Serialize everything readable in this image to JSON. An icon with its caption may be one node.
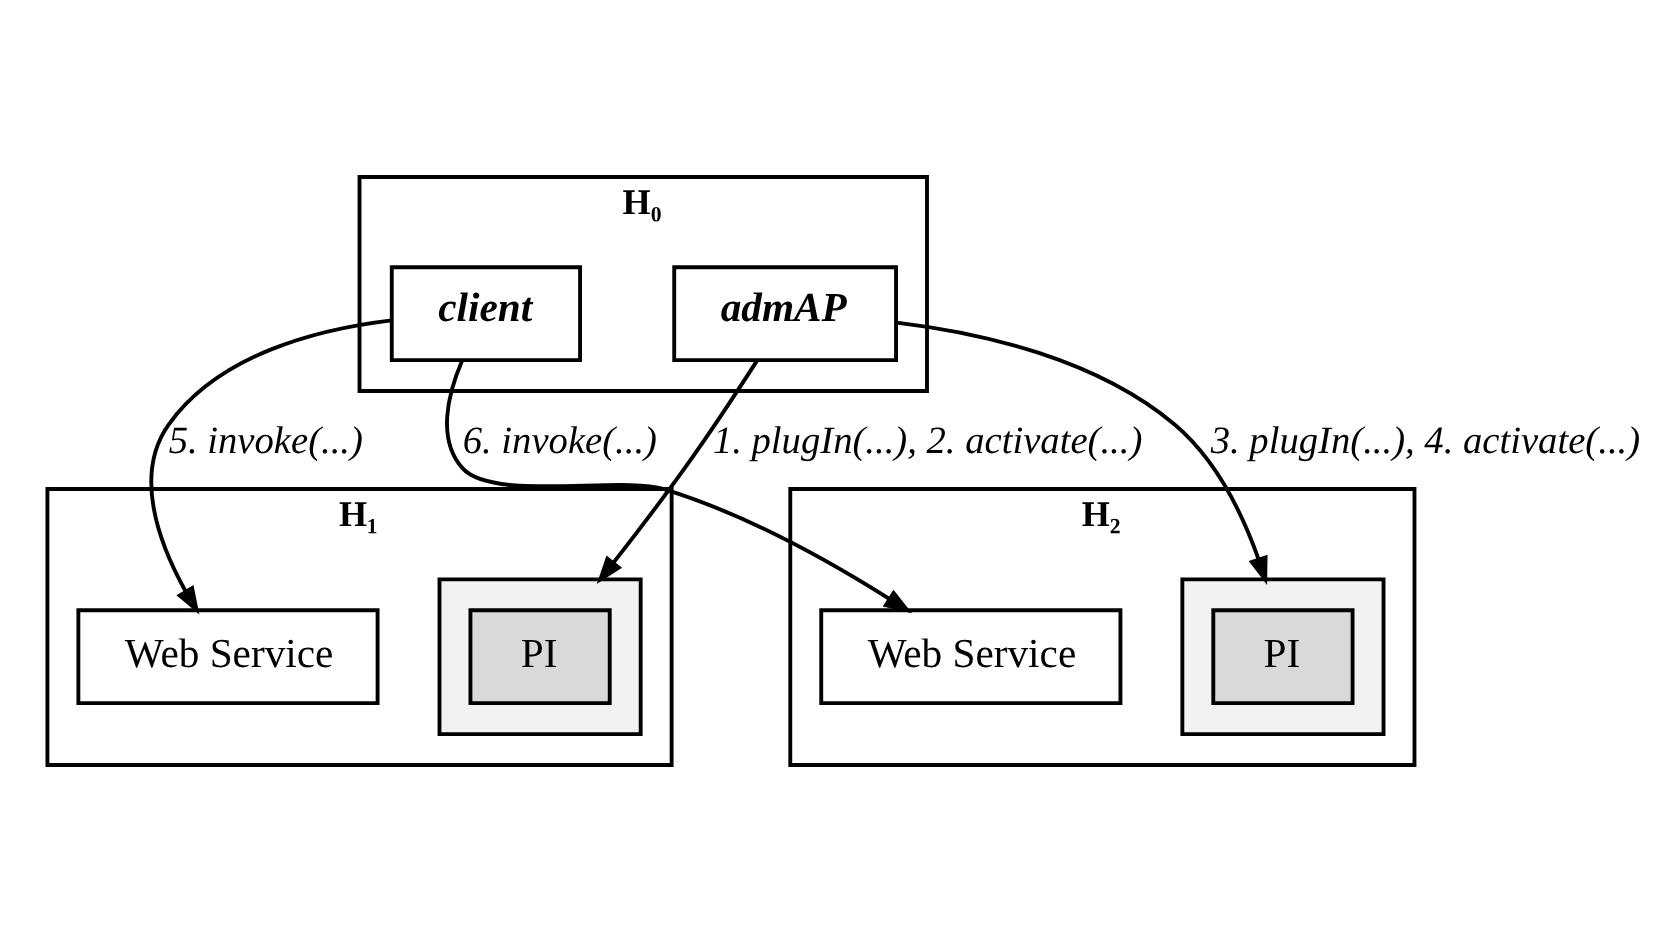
{
  "diagram": {
    "nodes": [
      {
        "text": [
          "H₁"
        ]
      },
      {
        "text": [
          "Web Service"
        ],
        "in": 0
      },
      {
        "text": [],
        "shape": "box",
        "in": 0
      },
      {
        "text": [
          "PI"
        ],
        "in": 2
      },
      {
        "text": [
          "H₀"
        ]
      },
      {
        "text": [
          "client"
        ],
        "in": 4
      },
      {
        "text": [
          "admAP"
        ],
        "in": 4
      },
      {
        "text": [
          "H₂"
        ]
      },
      {
        "text": [
          "Web Service"
        ],
        "in": 7
      },
      {
        "text": [],
        "shape": "box",
        "in": 7
      },
      {
        "text": [
          "PI"
        ],
        "in": 9
      }
    ],
    "edges": [
      {
        "from": 5,
        "to": 1,
        "arrow": "to",
        "label": "5. invoke(...)"
      },
      {
        "from": 5,
        "to": 8,
        "arrow": "to",
        "label": "6. invoke(...)"
      },
      {
        "from": 6,
        "to": 2,
        "arrow": "to",
        "label": "1. plugIn(...), 2. activate(...)"
      },
      {
        "from": 6,
        "to": 9,
        "arrow": "to",
        "label": "3. plugIn(...), 4. activate(...)"
      }
    ]
  }
}
